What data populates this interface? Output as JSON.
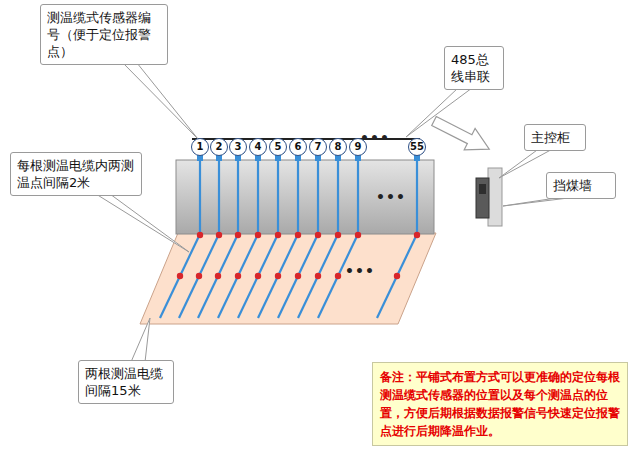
{
  "diagram": {
    "nodes": [
      {
        "text": [
          "测温缆式传感器编号（便于定位报警点）"
        ]
      },
      {
        "text": [
          "485总线串联"
        ]
      },
      {
        "text": [
          "1"
        ]
      },
      {
        "text": [
          "2"
        ]
      },
      {
        "text": [
          "3"
        ]
      },
      {
        "text": [
          "4"
        ]
      },
      {
        "text": [
          "5"
        ]
      },
      {
        "text": [
          "6"
        ]
      },
      {
        "text": [
          "7"
        ]
      },
      {
        "text": [
          "8"
        ]
      },
      {
        "text": [
          "9"
        ]
      },
      {
        "text": [
          "55"
        ]
      },
      {
        "text": [
          "主控柜"
        ]
      },
      {
        "text": [
          "每根测温电缆内两测温点间隔2米"
        ]
      },
      {
        "text": [
          "挡煤墙"
        ]
      },
      {
        "text": [
          "两根测温电缆间隔15米"
        ]
      },
      {
        "text": [
          "备注：平铺式布置方式可以更准确的定位每根测温缆式传感器的位置以及每个测温点的位置，方便后期根据数据报警信号快速定位报警点进行后期降温作业。"
        ]
      }
    ],
    "labels": [
      "•••",
      "•••",
      "•••"
    ]
  }
}
